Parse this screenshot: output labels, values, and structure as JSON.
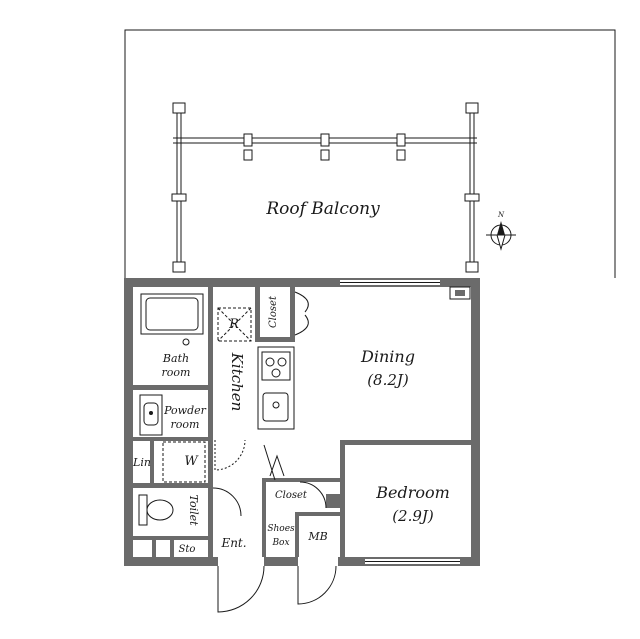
{
  "rooms": {
    "roof_balcony": "Roof Balcony",
    "dining": "Dining",
    "dining_size": "(8.2J)",
    "bedroom": "Bedroom",
    "bedroom_size": "(2.9J)",
    "kitchen": "Kitchen",
    "bath_line1": "Bath",
    "bath_line2": "room",
    "powder_line1": "Powder",
    "powder_line2": "room",
    "lin": "Lin",
    "w": "W",
    "toilet": "Toilet",
    "sto": "Sto",
    "ent": "Ent.",
    "shoes_line1": "Shoes",
    "shoes_line2": "Box",
    "mb": "MB",
    "closet_top": "Closet",
    "closet_mid": "Closet",
    "fridge": "R"
  },
  "compass": {
    "north": "N"
  }
}
